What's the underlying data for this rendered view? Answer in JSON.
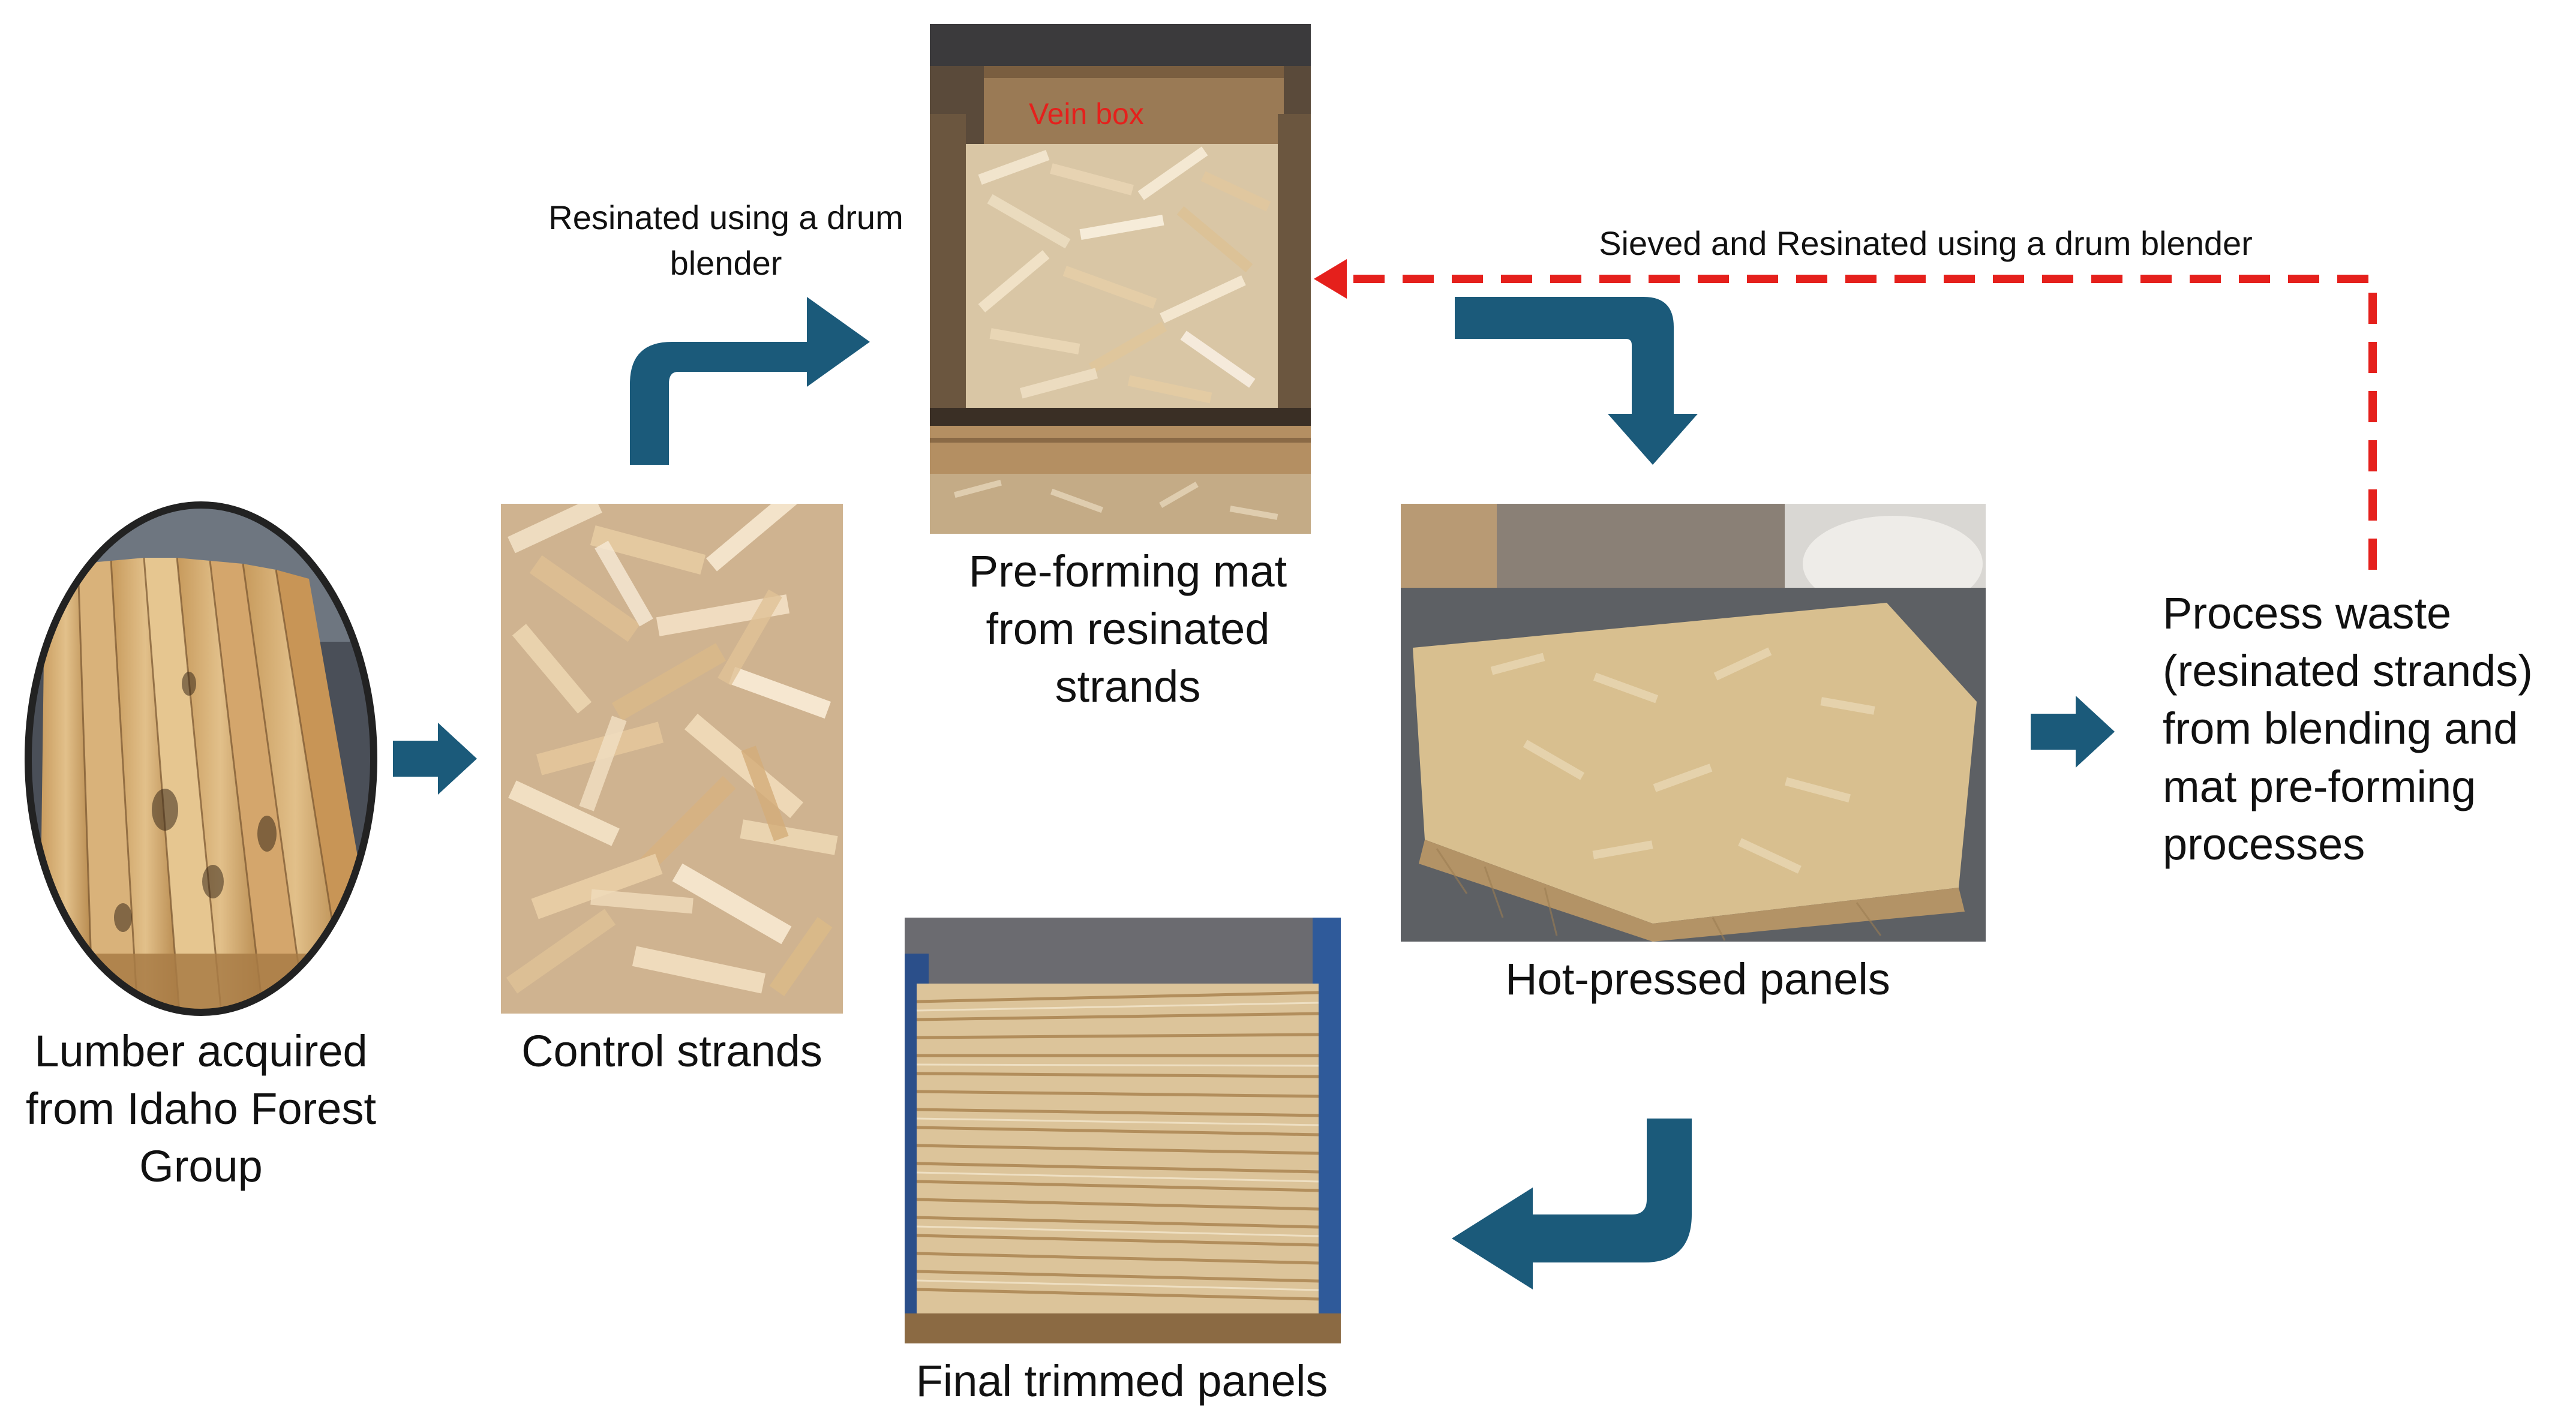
{
  "labels": {
    "lumber": "Lumber acquired from Idaho Forest Group",
    "control_strands": "Control strands",
    "preforming_mat": "Pre-forming mat from resinated strands",
    "hot_pressed": "Hot-pressed panels",
    "final_trimmed": "Final trimmed panels",
    "process_waste": "Process waste (resinated strands) from blending and mat pre-forming processes",
    "resinated_drum": "Resinated using a drum blender",
    "sieved_resinated": "Sieved and Resinated using a drum blender",
    "vein_box": "Vein box"
  },
  "colors": {
    "arrow": "#1b5a7a",
    "dashed_arrow": "#e5201c",
    "vein_box_text": "#e5201c",
    "wood_light": "#e9d6b4",
    "wood_mid": "#d2b07c",
    "wood_dark": "#8b6a43"
  },
  "icons": {
    "lumber_photo": "lumber-stack-photo",
    "strands_photo": "wood-strands-photo",
    "mat_photo": "forming-box-photo",
    "hot_pressed_photo": "pressed-panel-photo",
    "final_photo": "panel-stack-photo"
  }
}
